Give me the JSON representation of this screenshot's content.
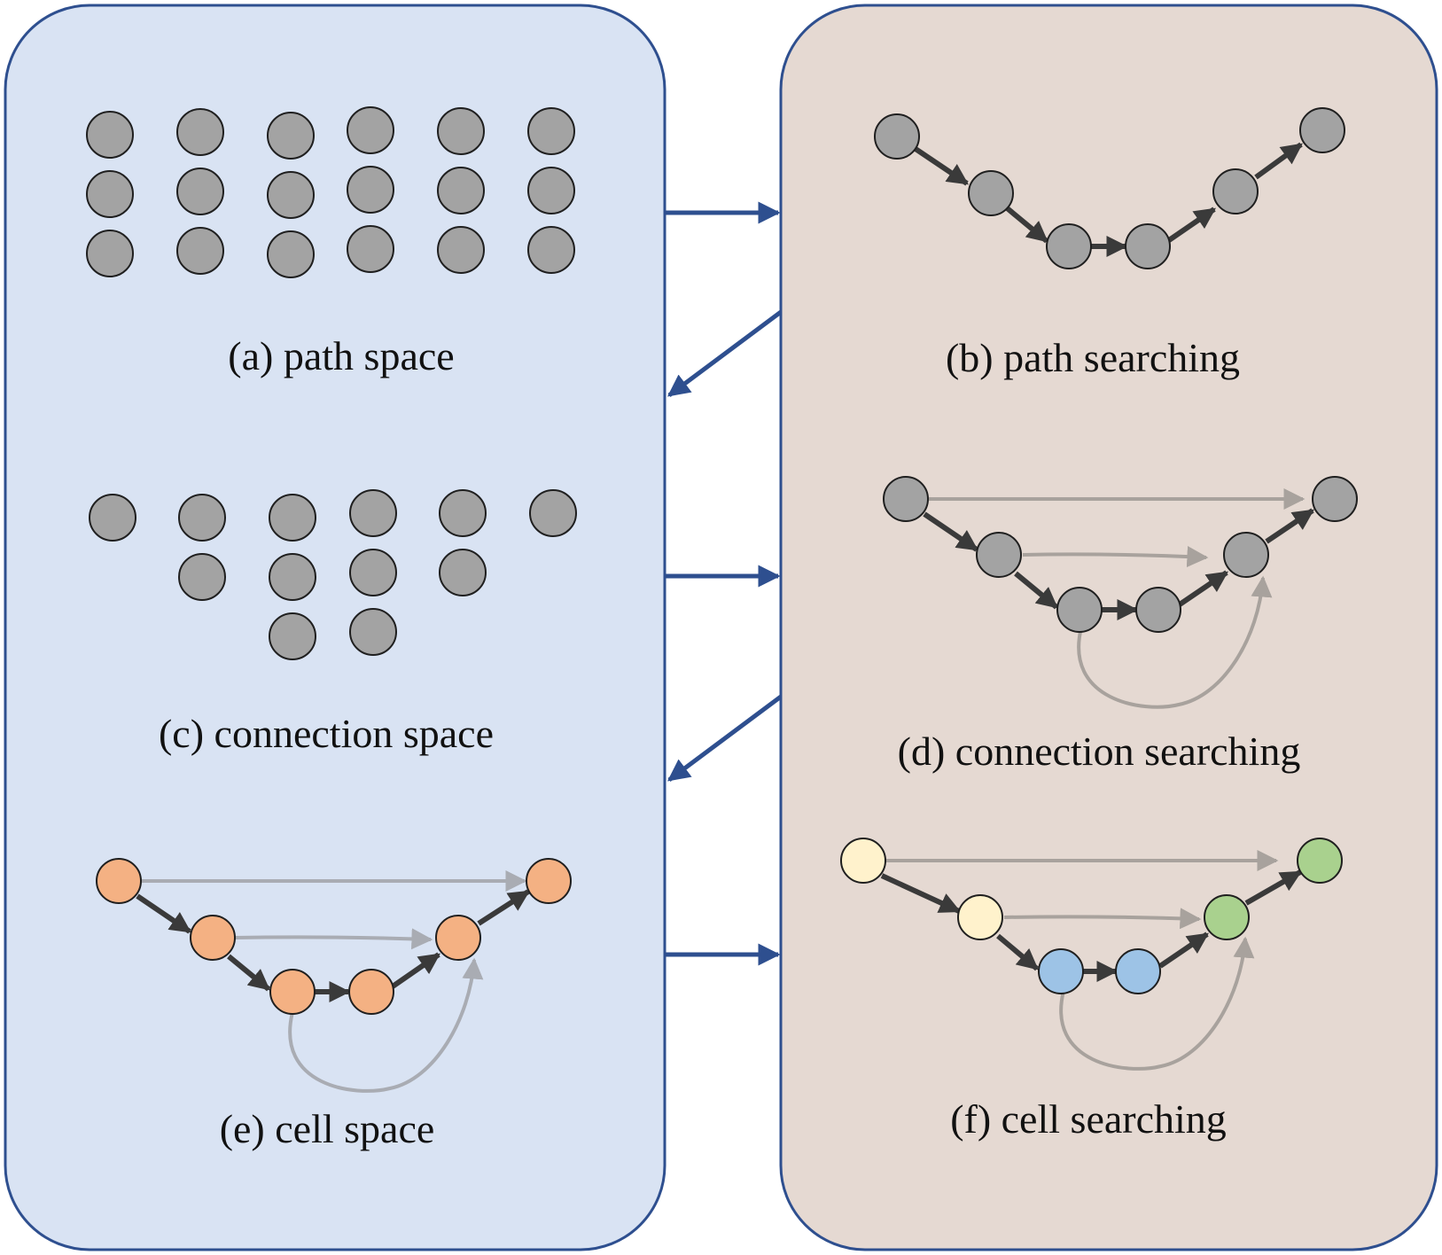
{
  "captions": {
    "a": "(a)  path space",
    "b": "(b)  path searching",
    "c": "(c)  connection space",
    "d": "(d)  connection searching",
    "e": "(e)  cell space",
    "f": "(f)  cell searching"
  },
  "colors": {
    "left_panel": "#d9e3f3",
    "right_panel": "#e5d9d2",
    "border": "#2e4f8f",
    "node_gray": "#a3a3a3",
    "node_orange": "#f4b183",
    "node_cream": "#fff2cc",
    "node_blue": "#9dc3e6",
    "node_green": "#a9d18e",
    "edge_dark": "#3a3a3a",
    "edge_light": "#a8a29d"
  },
  "path_space_grid": {
    "columns": 6,
    "rows": 3
  },
  "connection_space_column_heights": [
    1,
    2,
    3,
    3,
    2,
    1
  ],
  "chain_length": 6,
  "cell_node_colors": [
    "node_cream",
    "node_cream",
    "node_blue",
    "node_blue",
    "node_green",
    "node_green"
  ]
}
